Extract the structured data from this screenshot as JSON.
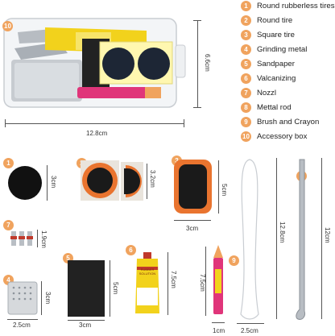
{
  "legend": [
    {
      "num": "1",
      "label": "Round rubberless tires"
    },
    {
      "num": "2",
      "label": "Round tire"
    },
    {
      "num": "3",
      "label": "Square tire"
    },
    {
      "num": "4",
      "label": "Grinding metal"
    },
    {
      "num": "5",
      "label": "Sandpaper"
    },
    {
      "num": "6",
      "label": "Valcanizing"
    },
    {
      "num": "7",
      "label": "Nozzl"
    },
    {
      "num": "8",
      "label": "Mettal rod"
    },
    {
      "num": "9",
      "label": "Brush and Crayon"
    },
    {
      "num": "10",
      "label": "Accessory box"
    }
  ],
  "dimensions": {
    "box_width": "12.8cm",
    "box_height": "6.6cm",
    "patch_round": "3cm",
    "patch_round_tire": "3.2cm",
    "patch_square_h": "5cm",
    "patch_square_w": "3cm",
    "nozzle": "1.9cm",
    "grinder_h": "3cm",
    "grinder_w": "2.5cm",
    "sandpaper_h": "5cm",
    "sandpaper_w": "3cm",
    "glue_h": "7.5cm",
    "crayon_h": "7.5cm",
    "crayon_w": "1cm",
    "brush_h": "12.8cm",
    "brush_w": "2.5cm",
    "rod_h": "12cm"
  },
  "product_text": {
    "tube_label": "RUBBER SOLUTION"
  },
  "colors": {
    "accent": "#f0a35e",
    "patch_black": "#111111",
    "patch_orange": "#e9742f",
    "tube_yellow": "#f2d21c",
    "crayon_pink": "#e0357a"
  }
}
